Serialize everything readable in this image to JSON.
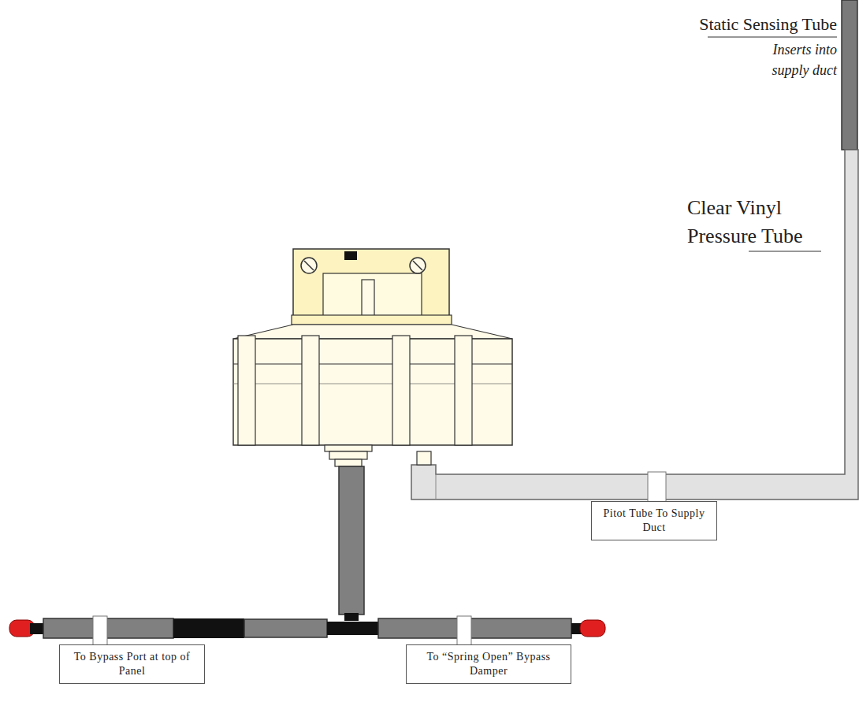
{
  "diagram": {
    "nodes": [
      {
        "text": [
          "Pitot Tube To Supply Duct"
        ]
      },
      {
        "text": [
          "To Bypass Port at top of Panel"
        ]
      },
      {
        "text": [
          "To “Spring Open” Bypass Damper"
        ]
      }
    ],
    "labels": [
      "Static Sensing Tube",
      "Inserts into supply duct",
      "Clear Vinyl Pressure Tube"
    ]
  }
}
